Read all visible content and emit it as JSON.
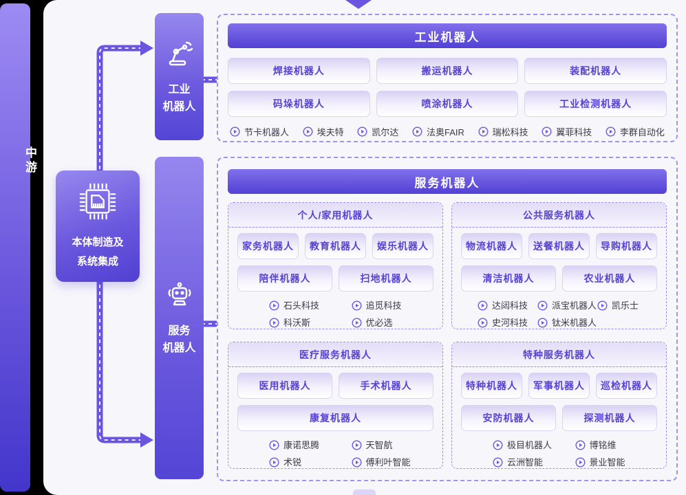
{
  "stage": {
    "label": "中游"
  },
  "center_box": {
    "lines": [
      "本体制造及",
      "系统集成"
    ],
    "icon": "chip-icon"
  },
  "branches": [
    {
      "id": "industrial",
      "label_lines": [
        "工业",
        "机器人"
      ],
      "icon": "industrial-robot-arm-icon"
    },
    {
      "id": "service",
      "label_lines": [
        "服务",
        "机器人"
      ],
      "icon": "service-robot-icon"
    }
  ],
  "industrial_panel": {
    "title": "工业机器人",
    "items": [
      "焊接机器人",
      "搬运机器人",
      "装配机器人",
      "码垛机器人",
      "喷涂机器人",
      "工业检测机器人"
    ],
    "companies": [
      "节卡机器人",
      "埃夫特",
      "凯尔达",
      "法奥FAIR",
      "瑞松科技",
      "翼菲科技",
      "李群自动化"
    ]
  },
  "service_panel": {
    "title": "服务机器人",
    "subpanels": [
      {
        "id": "personal",
        "title": "个人/家用机器人",
        "rows": [
          [
            "家务机器人",
            "教育机器人",
            "娱乐机器人"
          ],
          [
            "陪伴机器人",
            "扫地机器人"
          ]
        ],
        "company_cols": 2,
        "company_rows": [
          [
            "石头科技",
            "追觅科技"
          ],
          [
            "科沃斯",
            "优必选"
          ]
        ]
      },
      {
        "id": "public",
        "title": "公共服务机器人",
        "rows": [
          [
            "物流机器人",
            "送餐机器人",
            "导购机器人"
          ],
          [
            "清洁机器人",
            "农业机器人"
          ]
        ],
        "company_cols": 3,
        "company_rows": [
          [
            "达闼科技",
            "派宝机器人",
            "凯乐士"
          ],
          [
            "史河科技",
            "钛米机器人"
          ]
        ]
      },
      {
        "id": "medical",
        "title": "医疗服务机器人",
        "rows": [
          [
            "医用机器人",
            "手术机器人"
          ],
          [
            "康复机器人"
          ]
        ],
        "company_cols": 2,
        "company_rows": [
          [
            "康诺思腾",
            "天智航"
          ],
          [
            "术锐",
            "傅利叶智能"
          ]
        ]
      },
      {
        "id": "special",
        "title": "特种服务机器人",
        "rows": [
          [
            "特种机器人",
            "军事机器人",
            "巡检机器人"
          ],
          [
            "安防机器人",
            "探测机器人"
          ]
        ],
        "company_cols": 2,
        "company_rows": [
          [
            "极目机器人",
            "博铭维"
          ],
          [
            "云洲智能",
            "景业智能"
          ]
        ]
      }
    ]
  },
  "icons": [
    "down-arrow-icon",
    "chip-icon",
    "industrial-robot-arm-icon",
    "service-robot-icon",
    "play-icon"
  ],
  "colors": {
    "accent": "#6a55e0",
    "bar_gradient_top": "#9d8bf3",
    "bar_gradient_bottom": "#4336cb",
    "panel_background": "#f7f6fb",
    "dashed_border": "#9c8def",
    "chip_text": "#5643d3",
    "company_text": "#3b3b47",
    "canvas_background": "#000000"
  }
}
